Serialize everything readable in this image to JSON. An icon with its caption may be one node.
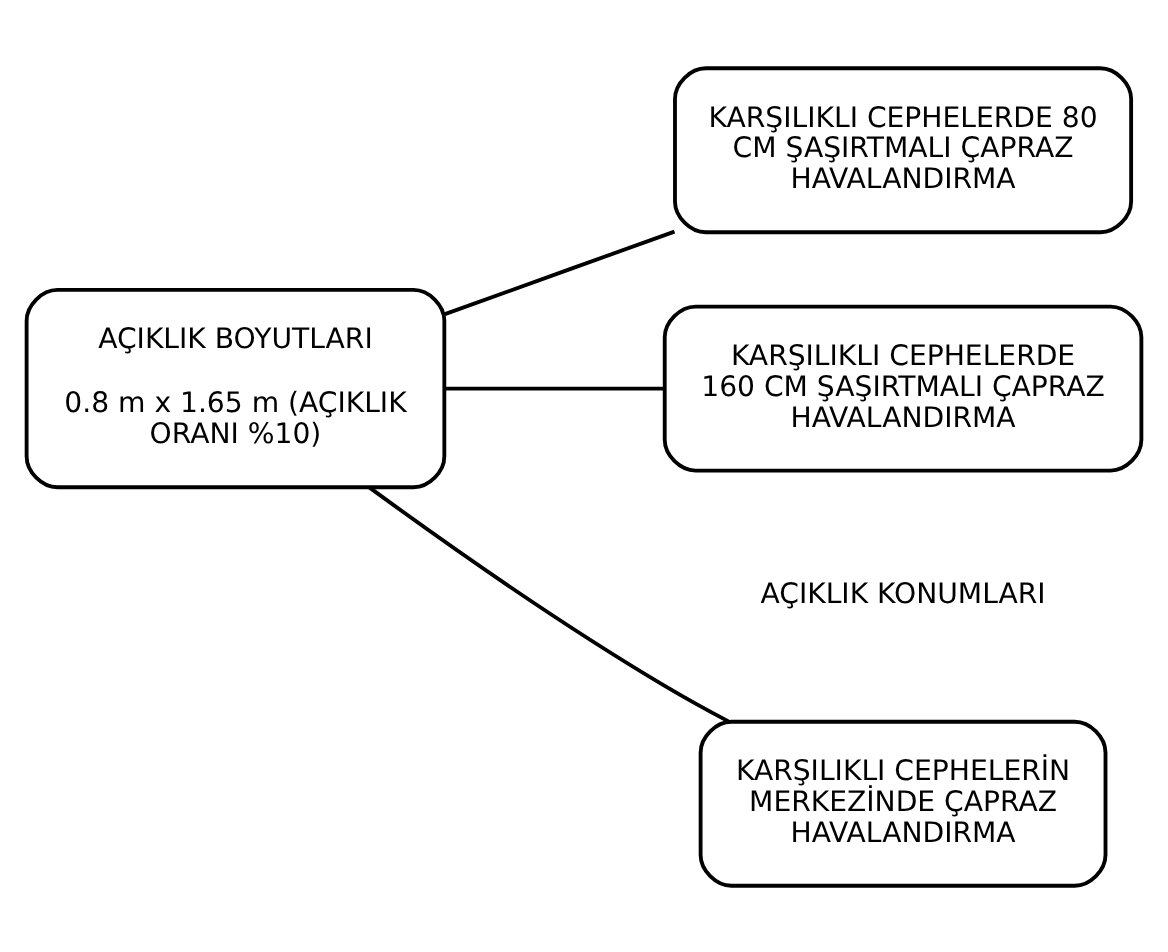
{
  "diagram": {
    "nodes": [
      {
        "text": [
          "AÇIKLIK BOYUTLARI",
          "0.8 m x 1.65 m (AÇIKLIK ORANI %10)"
        ]
      },
      {
        "text": [
          "KARŞILIKLI CEPHELERİN MERKEZİNDE ÇAPRAZ HAVALANDIRMA"
        ]
      },
      {
        "text": [
          "KARŞILIKLI CEPHELERDE 80 CM ŞAŞIRTMALI ÇAPRAZ HAVALANDIRMA"
        ]
      },
      {
        "text": [
          "KARŞILIKLI CEPHELERDE 160 CM ŞAŞIRTMALI ÇAPRAZ HAVALANDIRMA"
        ]
      }
    ],
    "edges": [
      {
        "from": 0,
        "to": 1,
        "arrow": "none"
      },
      {
        "from": 0,
        "to": 2,
        "arrow": "none"
      },
      {
        "from": 0,
        "to": 3,
        "arrow": "none"
      }
    ],
    "labels": [
      "AÇIKLIK KONUMLARI"
    ]
  }
}
